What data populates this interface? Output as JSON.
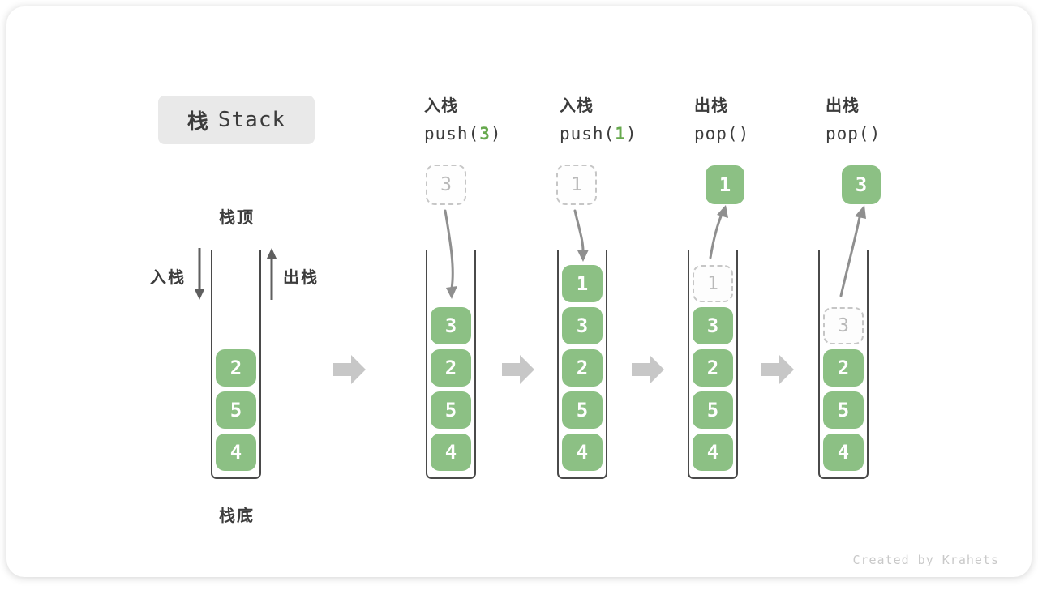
{
  "title": {
    "zh": "栈",
    "en": "Stack"
  },
  "side_labels": {
    "stack_top": "栈顶",
    "stack_bottom": "栈底",
    "push": "入栈",
    "pop": "出栈"
  },
  "operations": [
    {
      "label": "入栈",
      "code_before": "push(",
      "code_value": "3",
      "code_after": ")"
    },
    {
      "label": "入栈",
      "code_before": "push(",
      "code_value": "1",
      "code_after": ")"
    },
    {
      "label": "出栈",
      "code_before": "pop(",
      "code_value": "",
      "code_after": ")"
    },
    {
      "label": "出栈",
      "code_before": "pop(",
      "code_value": "",
      "code_after": ")"
    }
  ],
  "stacks": [
    {
      "cells": [
        "2",
        "5",
        "4"
      ]
    },
    {
      "incoming": "3",
      "cells": [
        "3",
        "2",
        "5",
        "4"
      ]
    },
    {
      "incoming": "1",
      "cells": [
        "1",
        "3",
        "2",
        "5",
        "4"
      ]
    },
    {
      "popped": "1",
      "ghost": "1",
      "cells": [
        "3",
        "2",
        "5",
        "4"
      ]
    },
    {
      "popped": "3",
      "ghost": "3",
      "cells": [
        "2",
        "5",
        "4"
      ]
    }
  ],
  "watermark": "Created by Krahets",
  "colors": {
    "cell-green": "#8cc084",
    "code-green": "#67a94e",
    "ghost-border": "#c6c6c6",
    "ghost-text": "#b9b9b9",
    "wall": "#4a4a4a",
    "text-dark": "#3c3c3c",
    "block-arrow": "#c7c7c7",
    "curve-arrow": "#8f8f8f",
    "straight-arrow": "#5f5f5f",
    "badge-bg": "#e9e9e9",
    "watermark": "#c9c9c9"
  }
}
